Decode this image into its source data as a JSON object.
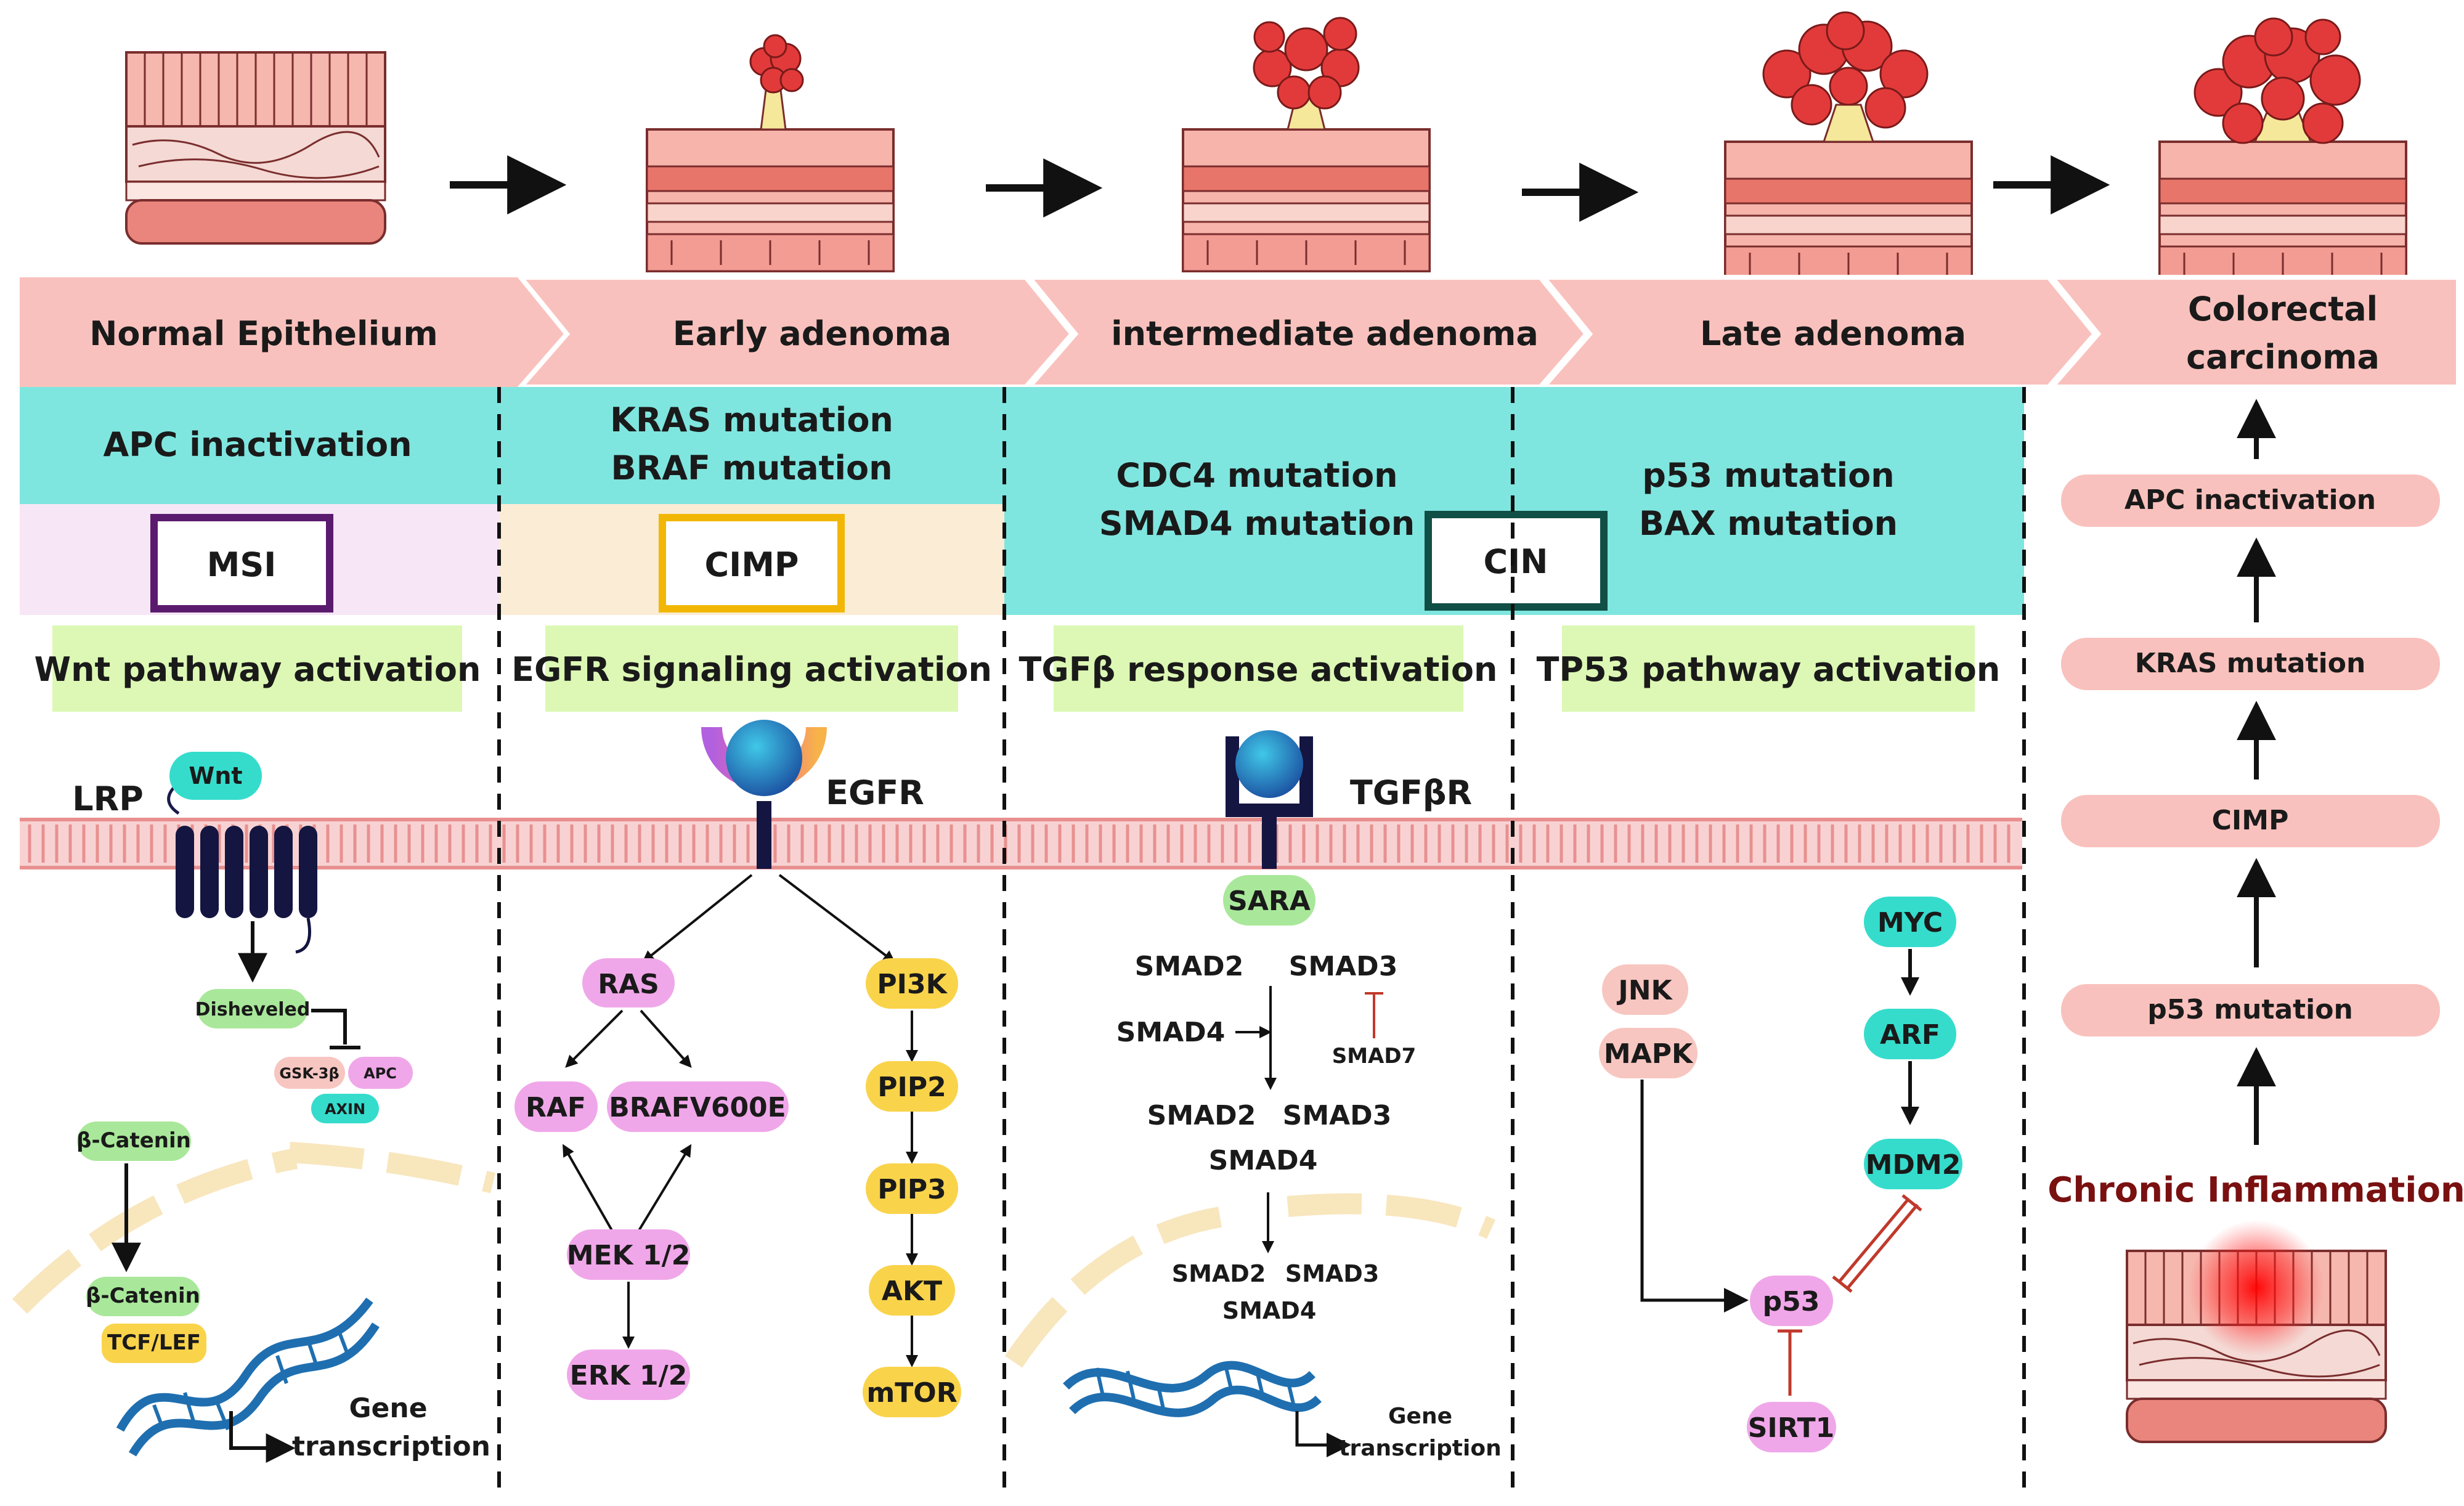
{
  "stages": [
    {
      "label": "Normal Epithelium"
    },
    {
      "label": "Early adenoma"
    },
    {
      "label": "intermediate adenoma"
    },
    {
      "label": "Late adenoma"
    },
    {
      "label": "Colorectal carcinoma",
      "lines": [
        "Colorectal",
        "carcinoma"
      ]
    }
  ],
  "mutations": {
    "col1": [
      "APC inactivation"
    ],
    "col2": [
      "KRAS mutation",
      "BRAF mutation"
    ],
    "col3": [
      "CDC4 mutation",
      "SMAD4 mutation"
    ],
    "col4": [
      "p53 mutation",
      "BAX mutation"
    ]
  },
  "instability": {
    "msi": "MSI",
    "cimp": "CIMP",
    "cin": "CIN"
  },
  "pathways": {
    "wnt": "Wnt pathway activation",
    "egfr": "EGFR signaling activation",
    "tgfb": "TGFβ response activation",
    "tp53": "TP53 pathway activation"
  },
  "wnt_panel": {
    "lrp": "LRP",
    "wnt": "Wnt",
    "disheveled": "Disheveled",
    "gsk3b": "GSK-3β",
    "apc": "APC",
    "axin": "AXIN",
    "bcatenin": "β-Catenin",
    "bcatenin2": "β-Catenin",
    "tcflef": "TCF/LEF",
    "gene": "Gene",
    "transcription": "transcription"
  },
  "egfr_panel": {
    "receptor": "EGFR",
    "ras": "RAS",
    "raf": "RAF",
    "braf": "BRAFV600E",
    "mek": "MEK 1/2",
    "erk": "ERK 1/2",
    "pi3k": "PI3K",
    "pip2": "PIP2",
    "pip3": "PIP3",
    "akt": "AKT",
    "mtor": "mTOR"
  },
  "tgfb_panel": {
    "receptor": "TGFβR",
    "sara": "SARA",
    "smad2": "SMAD2",
    "smad3": "SMAD3",
    "smad4": "SMAD4",
    "smad7": "SMAD7",
    "smad2b": "SMAD2",
    "smad3b": "SMAD3",
    "smad4b": "SMAD4",
    "smad2c": "SMAD2",
    "smad3c": "SMAD3",
    "smad4c": "SMAD4",
    "gene": "Gene",
    "transcription": "transcription"
  },
  "tp53_panel": {
    "jnk": "JNK",
    "mapk": "MAPK",
    "myc": "MYC",
    "arf": "ARF",
    "mdm2": "MDM2",
    "p53": "p53",
    "sirt1": "SIRT1"
  },
  "inflammation_panel": {
    "steps": [
      "APC inactivation",
      "KRAS mutation",
      "CIMP",
      "p53 mutation"
    ],
    "origin": "Chronic Inflammation"
  },
  "colors": {
    "stage_band": "#f9c1bd",
    "mutation_band": "#7fe5df",
    "pathway_box": "#dcf8b4",
    "msi_border": "#5a1a6e",
    "cimp_border": "#f2b705",
    "cin_border": "#0f4f45",
    "node_pink": "#f0a7e9",
    "node_yellow": "#f9d34a",
    "node_green": "#a9e89a",
    "node_teal": "#35dccc",
    "node_salmon": "#f7c6c1",
    "inflammation_text": "#7a1010",
    "dna": "#1f6fb0"
  }
}
